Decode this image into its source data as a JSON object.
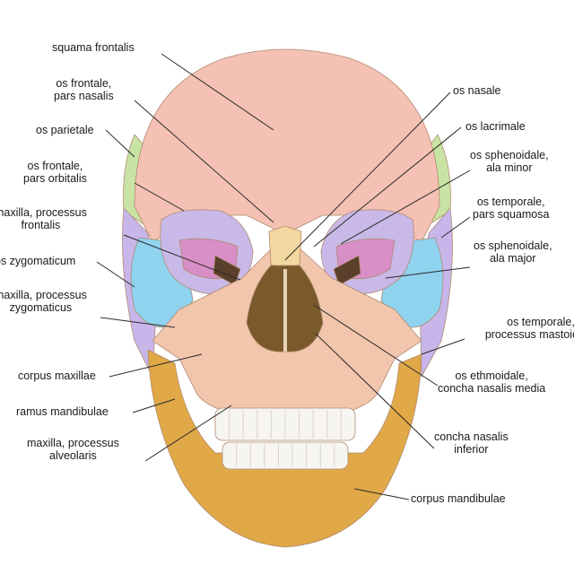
{
  "colors": {
    "frontal": "#f4c1b4",
    "parietal": "#c8e3a3",
    "sphenoid": "#c9b9e8",
    "temporal": "#c8b6ea",
    "zygomatic": "#8fd3ef",
    "maxilla": "#f2c6ad",
    "mandible": "#e0a847",
    "nasal": "#f2d7a0",
    "lacrimal": "#e8c4a8",
    "ethmoid": "#d88ec6",
    "orbit_dark": "#5a3f2a",
    "nasal_cavity": "#7a5a2a",
    "teeth": "#f7f5f2",
    "leader": "#2a2a2a"
  },
  "labels": {
    "squama_frontalis": {
      "line1": "squama frontalis"
    },
    "os_frontale_nasalis": {
      "line1": "os frontale,",
      "line2": "pars nasalis"
    },
    "os_parietale": {
      "line1": "os parietale"
    },
    "os_frontale_orbitalis": {
      "line1": "os frontale,",
      "line2": "pars orbitalis"
    },
    "maxilla_frontalis": {
      "line1": "maxilla, processus",
      "line2": "frontalis"
    },
    "os_zygomaticum": {
      "line1": "os zygomaticum"
    },
    "maxilla_zygomaticus": {
      "line1": "maxilla, processus",
      "line2": "zygomaticus"
    },
    "corpus_maxillae": {
      "line1": "corpus maxillae"
    },
    "ramus_mandibulae": {
      "line1": "ramus mandibulae"
    },
    "maxilla_alveolaris": {
      "line1": "maxilla, processus",
      "line2": "alveolaris"
    },
    "os_nasale": {
      "line1": "os nasale"
    },
    "os_lacrimale": {
      "line1": "os lacrimale"
    },
    "os_sphenoidale_minor": {
      "line1": "os sphenoidale,",
      "line2": "ala minor"
    },
    "os_temporale_squamosa": {
      "line1": "os temporale,",
      "line2": "pars squamosa"
    },
    "os_sphenoidale_major": {
      "line1": "os sphenoidale,",
      "line2": "ala major"
    },
    "os_temporale_mastoideus": {
      "line1": "os temporale,",
      "line2": "processus mastoideus"
    },
    "os_ethmoidale": {
      "line1": "os ethmoidale,",
      "line2": "concha nasalis media"
    },
    "concha_nasalis_inferior": {
      "line1": "concha nasalis",
      "line2": "inferior"
    },
    "corpus_mandibulae": {
      "line1": "corpus mandibulae"
    }
  }
}
